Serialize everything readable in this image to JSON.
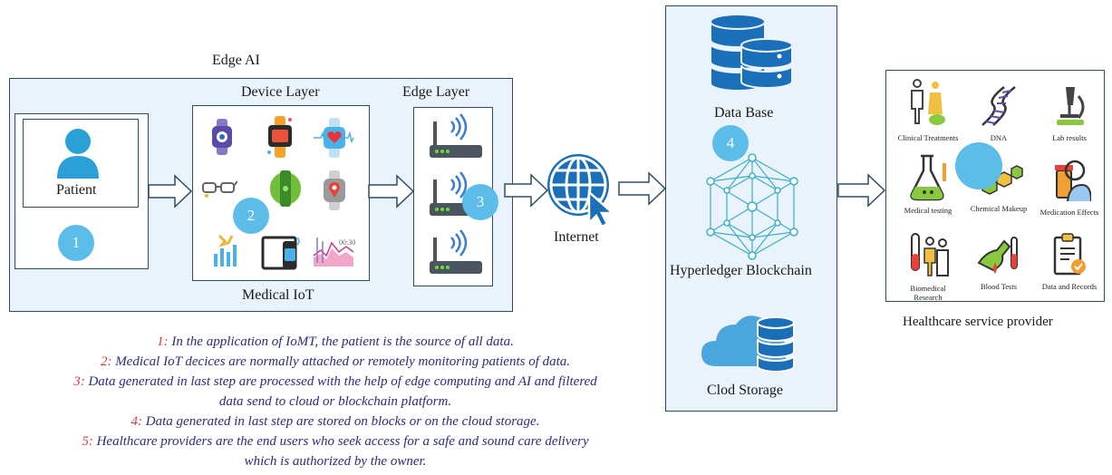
{
  "edge_ai": {
    "title": "Edge AI",
    "patient_label": "Patient",
    "device_layer_label": "Device Layer",
    "edge_layer_label": "Edge Layer",
    "medical_iot_label": "Medical IoT",
    "badges": [
      "1",
      "2",
      "3"
    ]
  },
  "internet_label": "Internet",
  "storage": {
    "database_label": "Data Base",
    "badge": "4",
    "blockchain_label": "Hyperledger Blockchain",
    "cloud_label": "Clod Storage"
  },
  "provider": {
    "items": [
      {
        "label": "Clinical Treatments"
      },
      {
        "label": "DNA"
      },
      {
        "label": "Lab results"
      },
      {
        "label": "Medical testing"
      },
      {
        "label": "Chemical Makeup"
      },
      {
        "label": "Medication Effects"
      },
      {
        "label": "Biomedical Research"
      },
      {
        "label": "Blood Tests"
      },
      {
        "label": "Data and Records"
      }
    ],
    "caption": "Healthcare service provider"
  },
  "notes": [
    {
      "num": "1:",
      "text": " In the application of IoMT, the patient is the source of all data."
    },
    {
      "num": "2:",
      "text": " Medical IoT decices are normally attached or remotely monitoring patients of data."
    },
    {
      "num": "3:",
      "text": " Data generated in last step are processed with the help of edge computing and AI and filtered"
    },
    {
      "num": "",
      "text": "data send to cloud or blockchain platform."
    },
    {
      "num": "4:",
      "text": " Data generated in last step are stored on blocks or on the cloud storage."
    },
    {
      "num": "5:",
      "text": " Healthcare providers are the end users who seek access for a safe and sound care delivery"
    },
    {
      "num": "",
      "text": "which is authorized by the owner."
    }
  ],
  "colors": {
    "panel_bg": "#eaf3fb",
    "panel_border": "#2b4d66",
    "badge": "#5bbde8",
    "icon_blue": "#2aa0d6",
    "note_number": "#e03a3a",
    "note_text": "#2b2b80"
  }
}
